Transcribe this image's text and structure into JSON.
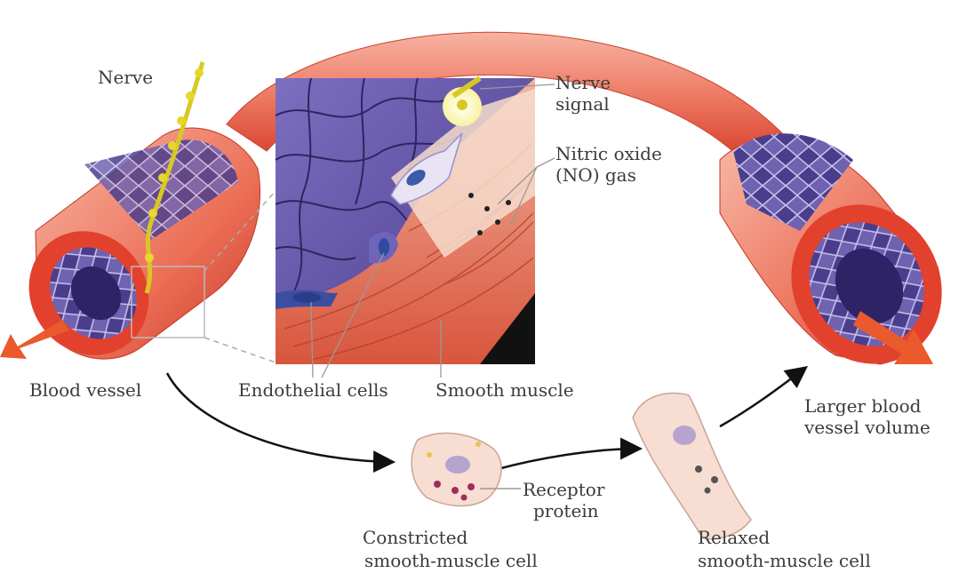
{
  "labels": {
    "nerve": "Nerve",
    "nerve_signal_line1": "Nerve",
    "nerve_signal_line2": "signal",
    "no_line1": "Nitric oxide",
    "no_line2": "(NO) gas",
    "blood_vessel": "Blood vessel",
    "endothelial": "Endothelial cells",
    "smooth_muscle": "Smooth muscle",
    "larger_line1": "Larger blood",
    "larger_line2": "vessel volume",
    "receptor_line1": "Receptor",
    "receptor_line2": "protein",
    "constricted_line1": "Constricted",
    "constricted_line2": "smooth-muscle cell",
    "relaxed_line1": "Relaxed",
    "relaxed_line2": "smooth-muscle cell"
  },
  "colors": {
    "vessel_outer": "#e7513f",
    "vessel_light": "#f4a08e",
    "vessel_wall": "#f6c2b0",
    "endothelium": "#6a5ca8",
    "endothelium_dark": "#3b2f73",
    "muscle_red": "#e06a52",
    "flow_arrow": "#ea5a2c",
    "nerve_yellow": "#e3d12a",
    "cell_fill": "#f7ddd2",
    "cell_nucleus": "#b7a3cf"
  }
}
